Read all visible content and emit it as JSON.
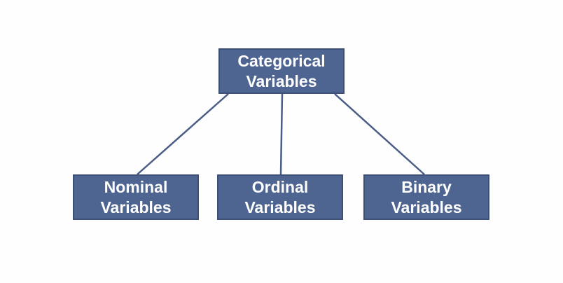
{
  "diagram": {
    "root": {
      "line1": "Categorical",
      "line2": "Variables"
    },
    "children": [
      {
        "line1": "Nominal",
        "line2": "Variables"
      },
      {
        "line1": "Ordinal",
        "line2": "Variables"
      },
      {
        "line1": "Binary",
        "line2": "Variables"
      }
    ],
    "colors": {
      "box_fill": "#4f6591",
      "box_border": "#3b4f78",
      "connector": "#4a5d85",
      "text": "#ffffff"
    }
  }
}
